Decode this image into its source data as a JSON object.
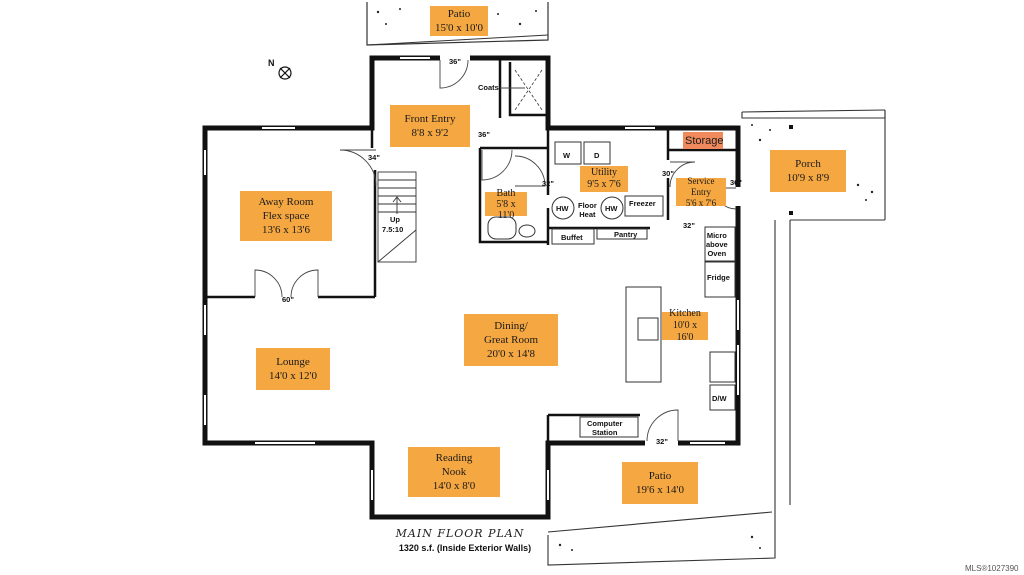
{
  "plan": {
    "title": "MAIN FLOOR PLAN",
    "subtitle": "1320 s.f. (Inside Exterior Walls)",
    "listing_id": "MLS®1027390",
    "north_marker": "N"
  },
  "colors": {
    "label_fill": "#f5a742",
    "storage_fill": "#f08a5d",
    "wall": "#111111"
  },
  "rooms": {
    "patio_top": {
      "name": "Patio",
      "size": "15'0 x 10'0"
    },
    "front_entry": {
      "name": "Front Entry",
      "size": "8'8 x 9'2"
    },
    "away_room": {
      "name": "Away Room",
      "sub": "Flex space",
      "size": "13'6 x 13'6"
    },
    "storage": {
      "name": "Storage"
    },
    "utility": {
      "name": "Utility",
      "size": "9'5 x 7'6"
    },
    "bath": {
      "name": "Bath",
      "size": "5'8 x 11'0"
    },
    "service_entry": {
      "name": "Service Entry",
      "size": "5'6 x 7'6"
    },
    "porch": {
      "name": "Porch",
      "size": "10'9 x 8'9"
    },
    "dining": {
      "name": "Dining/",
      "sub": "Great Room",
      "size": "20'0 x 14'8"
    },
    "kitchen": {
      "name": "Kitchen",
      "size": "10'0 x 16'0"
    },
    "lounge": {
      "name": "Lounge",
      "size": "14'0 x 12'0"
    },
    "reading_nook": {
      "name": "Reading",
      "sub": "Nook",
      "size": "14'0 x 8'0"
    },
    "patio_bottom": {
      "name": "Patio",
      "size": "19'6 x 14'0"
    }
  },
  "tags": {
    "coats": "Coats",
    "w": "W",
    "d": "D",
    "hw1": "HW",
    "hw2": "HW",
    "floor_heat_1": "Floor",
    "floor_heat_2": "Heat",
    "freezer": "Freezer",
    "buffet": "Buffet",
    "pantry": "Pantry",
    "micro_1": "Micro",
    "micro_2": "above",
    "micro_3": "Oven",
    "fridge": "Fridge",
    "dw": "D/W",
    "computer_1": "Computer",
    "computer_2": "Station",
    "up": "Up",
    "stair_ratio": "7.5:10"
  },
  "door_widths": {
    "front_top": "36\"",
    "front_side": "36\"",
    "away_door": "34\"",
    "utility_left": "32\"",
    "utility_right": "30\"",
    "service_side": "36\"",
    "service_bottom": "32\"",
    "french_doors": "60\"",
    "patio_door": "32\""
  }
}
